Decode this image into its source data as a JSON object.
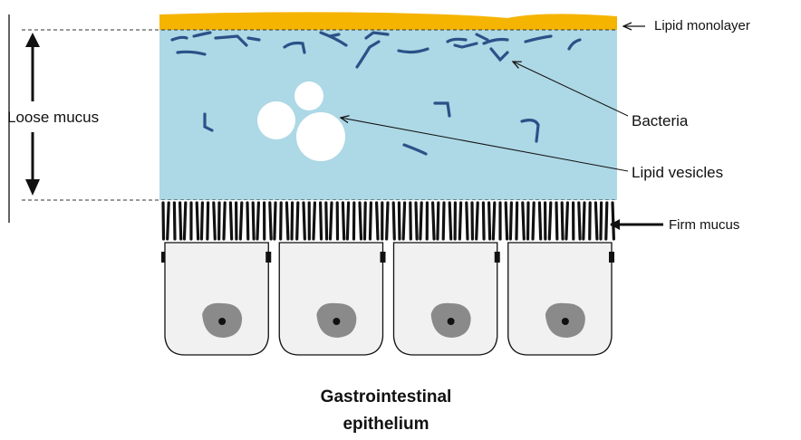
{
  "labels": {
    "lipid_monolayer": "Lipid monolayer",
    "loose_mucus": "Loose mucus",
    "bacteria": "Bacteria",
    "lipid_vesicles": "Lipid vesicles",
    "firm_mucus": "Firm mucus",
    "caption_line1": "Gastrointestinal",
    "caption_line2": "epithelium"
  },
  "colors": {
    "lipid_layer": "#f5b400",
    "loose_mucus": "#add8e6",
    "bacteria": "#2a5288",
    "vesicle": "#ffffff",
    "nucleus": "#8a8a8a",
    "cell_fill": "#f1f1f1",
    "microvilli": "#111111"
  },
  "structure": {
    "cell_count": 4,
    "bacteria_count": 22,
    "vesicle_count": 3
  }
}
